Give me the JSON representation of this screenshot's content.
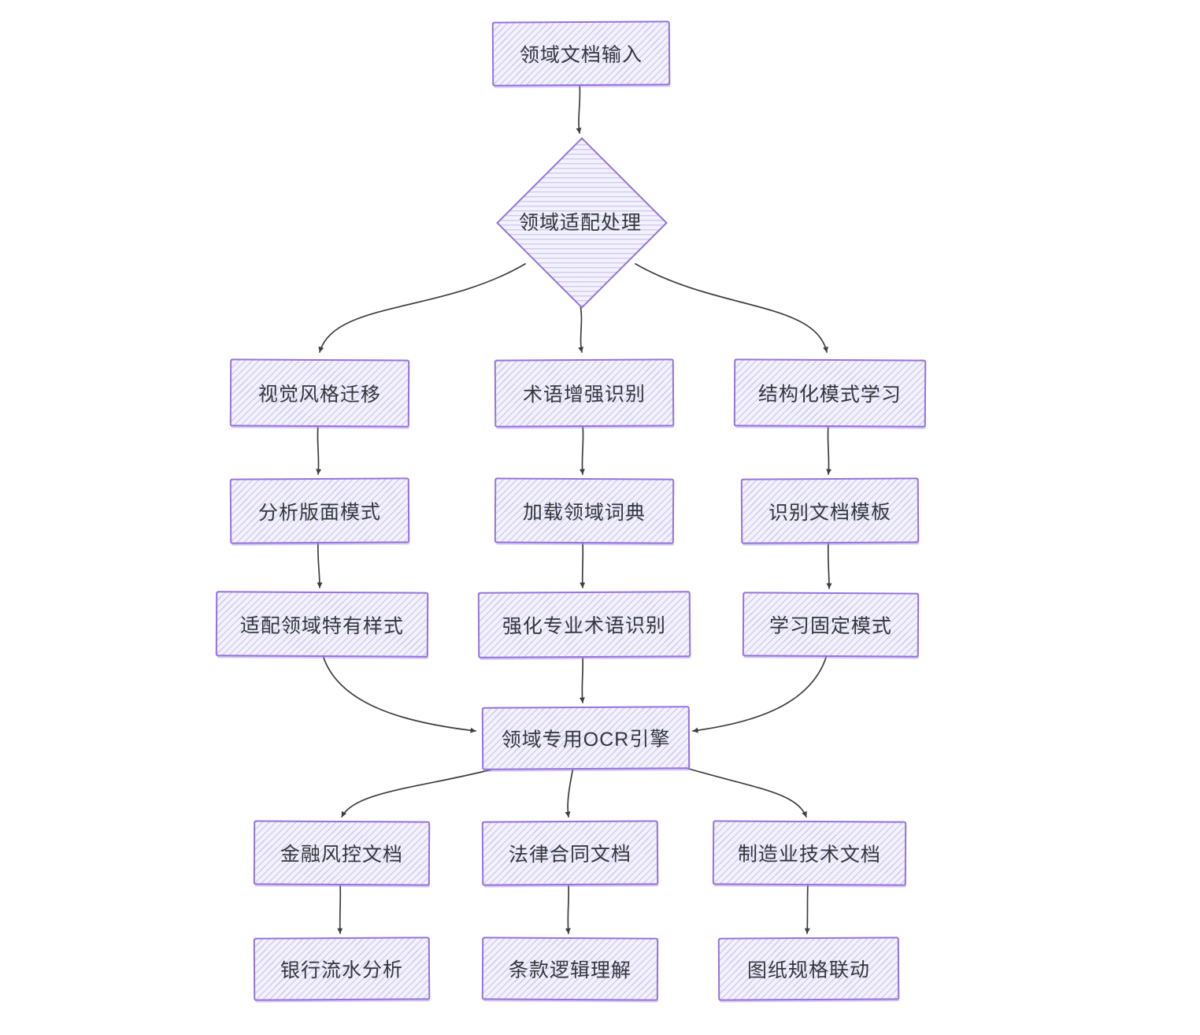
{
  "diagram": {
    "type": "flowchart",
    "background": "#ffffff",
    "colors": {
      "node_border": "#9673db",
      "node_fill": "#eceafa",
      "hatch_stroke": "#c9c1ee",
      "edge_stroke": "#3e3e3e",
      "text": "#34363c"
    },
    "nodes": {
      "doc_input": {
        "label": "领域文档输入",
        "shape": "rect"
      },
      "domain_adapt": {
        "label": "领域适配处理",
        "shape": "diamond"
      },
      "visual_style": {
        "label": "视觉风格迁移",
        "shape": "rect"
      },
      "term_enhance": {
        "label": "术语增强识别",
        "shape": "rect"
      },
      "struct_learn": {
        "label": "结构化模式学习",
        "shape": "rect"
      },
      "layout_analyze": {
        "label": "分析版面模式",
        "shape": "rect"
      },
      "load_dict": {
        "label": "加载领域词典",
        "shape": "rect"
      },
      "doc_template": {
        "label": "识别文档模板",
        "shape": "rect"
      },
      "adapt_style": {
        "label": "适配领域特有样式",
        "shape": "rect"
      },
      "strengthen_term": {
        "label": "强化专业术语识别",
        "shape": "rect"
      },
      "fixed_pattern": {
        "label": "学习固定模式",
        "shape": "rect"
      },
      "ocr_engine": {
        "label": "领域专用OCR引擎",
        "shape": "rect"
      },
      "finance_doc": {
        "label": "金融风控文档",
        "shape": "rect"
      },
      "legal_doc": {
        "label": "法律合同文档",
        "shape": "rect"
      },
      "manufacturing_doc": {
        "label": "制造业技术文档",
        "shape": "rect"
      },
      "bank_flow": {
        "label": "银行流水分析",
        "shape": "rect"
      },
      "clause_logic": {
        "label": "条款逻辑理解",
        "shape": "rect"
      },
      "drawing_spec": {
        "label": "图纸规格联动",
        "shape": "rect"
      }
    },
    "edges": [
      {
        "from": "doc_input",
        "to": "domain_adapt"
      },
      {
        "from": "domain_adapt",
        "to": "visual_style"
      },
      {
        "from": "domain_adapt",
        "to": "term_enhance"
      },
      {
        "from": "domain_adapt",
        "to": "struct_learn"
      },
      {
        "from": "visual_style",
        "to": "layout_analyze"
      },
      {
        "from": "term_enhance",
        "to": "load_dict"
      },
      {
        "from": "struct_learn",
        "to": "doc_template"
      },
      {
        "from": "layout_analyze",
        "to": "adapt_style"
      },
      {
        "from": "load_dict",
        "to": "strengthen_term"
      },
      {
        "from": "doc_template",
        "to": "fixed_pattern"
      },
      {
        "from": "adapt_style",
        "to": "ocr_engine"
      },
      {
        "from": "strengthen_term",
        "to": "ocr_engine"
      },
      {
        "from": "fixed_pattern",
        "to": "ocr_engine"
      },
      {
        "from": "ocr_engine",
        "to": "finance_doc"
      },
      {
        "from": "ocr_engine",
        "to": "legal_doc"
      },
      {
        "from": "ocr_engine",
        "to": "manufacturing_doc"
      },
      {
        "from": "finance_doc",
        "to": "bank_flow"
      },
      {
        "from": "legal_doc",
        "to": "clause_logic"
      },
      {
        "from": "manufacturing_doc",
        "to": "drawing_spec"
      }
    ]
  }
}
